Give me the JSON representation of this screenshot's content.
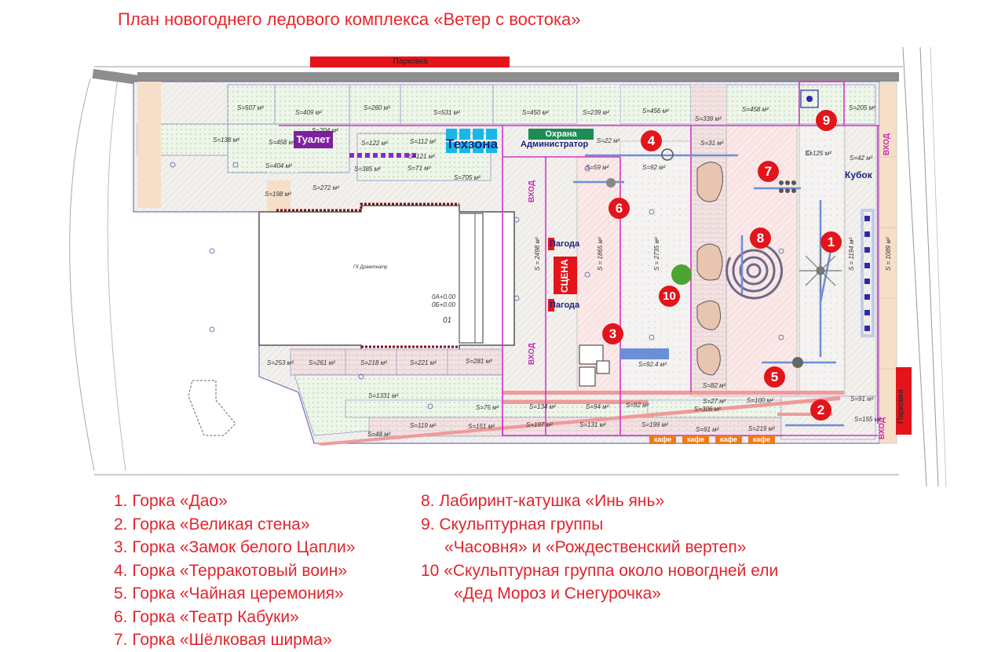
{
  "title": "План новогоднего ледового комплекса «Ветер с востока»",
  "labels": {
    "parking_top": "Парковка",
    "parking_right": "Парковка",
    "toilet": "Туалет",
    "techzone": "Техзона",
    "security": "Охрана",
    "admin": "Администратор",
    "cup": "Кубок",
    "pagoda_1": "Пагода",
    "pagoda_2": "Пагода",
    "stage": "СЦЕНА",
    "entrance_1": "ВХОД",
    "entrance_2": "ВХОД",
    "entrance_3": "ВХОД",
    "entrance_4": "ВХОД",
    "theater_small": "ГК Драмтеатр",
    "building_num": "01",
    "elev_a": "0А+0.00",
    "elev_b": "0Б+0.00",
    "cafe": [
      "кафе",
      "кафе",
      "кафе",
      "кафе"
    ]
  },
  "markers": [
    "1",
    "2",
    "3",
    "4",
    "5",
    "6",
    "7",
    "8",
    "9",
    "10"
  ],
  "areas": [
    "S=507 м²",
    "S=409 м²",
    "S=260 м²",
    "S=531 м²",
    "S=450 м²",
    "S=239 м²",
    "S=456 м²",
    "S=339 м²",
    "S=458 м²",
    "S=205 м²",
    "S=138 м²",
    "S=458 м²",
    "S=204 м²",
    "S=122 м²",
    "S=112 м²",
    "S=22 м²",
    "S=31 м²",
    "S=125 м²",
    "S=42 м²",
    "S=404 м²",
    "S=385 м²",
    "S=121 м²",
    "S=71 м²",
    "S=705 м²",
    "S=59 м²",
    "S=92 м²",
    "S=198 м²",
    "S=272 м²",
    "S=253 м²",
    "S=261 м²",
    "S=218 м²",
    "S=221 м²",
    "S=281 м²",
    "S=1331 м²",
    "S=134 м²",
    "S=94 м²",
    "S=92 м²",
    "S=306 м²",
    "S=100 м²",
    "S=91 м²",
    "S=75 м²",
    "S=119 м²",
    "S=151 м²",
    "S=197 м²",
    "S=131 м²",
    "S=199 м²",
    "S=91 м²",
    "S=219 м²",
    "S=155 м²",
    "S=48 м²",
    "S=92.4 м²",
    "S=82 м²",
    "S=27 м²"
  ],
  "vertical_areas": [
    "S = 2498 м²",
    "S = 1865 м²",
    "S = 2735 м²",
    "S = 1194 м²",
    "S = 1089 м²"
  ],
  "legend_left": [
    "1. Горка «Дао»",
    "2. Горка «Великая стена»",
    "3. Горка «Замок белого Цапли»",
    "4. Горка «Терракотовый воин»",
    "5. Горка «Чайная церемония»",
    "6. Горка «Театр Кабуки»",
    "7. Горка «Шёлковая ширма»"
  ],
  "legend_right": [
    "8. Лабиринт-катушка «Инь янь»",
    "9. Скульптурная группы",
    "«Часовня» и «Рождественский вертеп»",
    "10 «Скульптурная группа около новогдней ели",
    "«Дед Мороз и Снегурочка»"
  ],
  "colors": {
    "accent_red": "#e3141b",
    "zone_purple": "#d633c8",
    "techzone_cyan": "#18b7e8",
    "security_green": "#1e8c55",
    "toilet_purple": "#7e1fa0",
    "tree_green": "#4ca532",
    "cafe_orange": "#f07a1a"
  }
}
